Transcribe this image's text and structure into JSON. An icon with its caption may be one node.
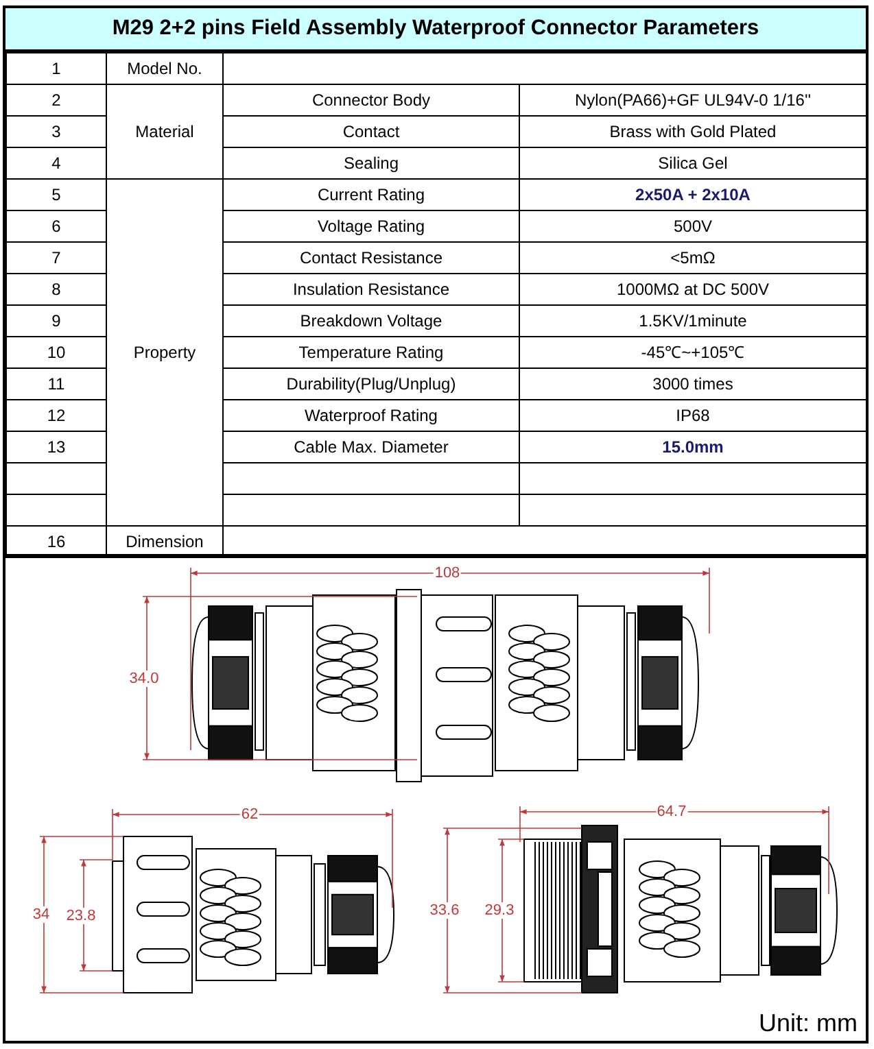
{
  "diagram": {
    "title": "M29 2+2 pins Field Assembly Waterproof Connector Parameters",
    "labels": [
      "1",
      "Model No.",
      "2",
      "Material",
      "Connector Body",
      "Nylon(PA66)+GF UL94V-0 1/16''",
      "3",
      "Contact",
      "Brass with Gold Plated",
      "4",
      "Sealing",
      "Silica Gel",
      "5",
      "Property",
      "Current Rating",
      "2x50A + 2x10A",
      "6",
      "Voltage Rating",
      "500V",
      "7",
      "Contact Resistance",
      "<5mΩ",
      "8",
      "Insulation Resistance",
      "1000MΩ at DC 500V",
      "9",
      "Breakdown Voltage",
      "1.5KV/1minute",
      "10",
      "Temperature Rating",
      "-45℃~+105℃",
      "11",
      "Durability(Plug/Unplug)",
      "3000 times",
      "12",
      "Waterproof Rating",
      "IP68",
      "13",
      "Cable Max. Diameter",
      "15.0mm",
      "16",
      "Dimension",
      "108",
      "34.0",
      "62",
      "34",
      "23.8",
      "64.7",
      "33.6",
      "29.3",
      "Unit: mm"
    ]
  }
}
